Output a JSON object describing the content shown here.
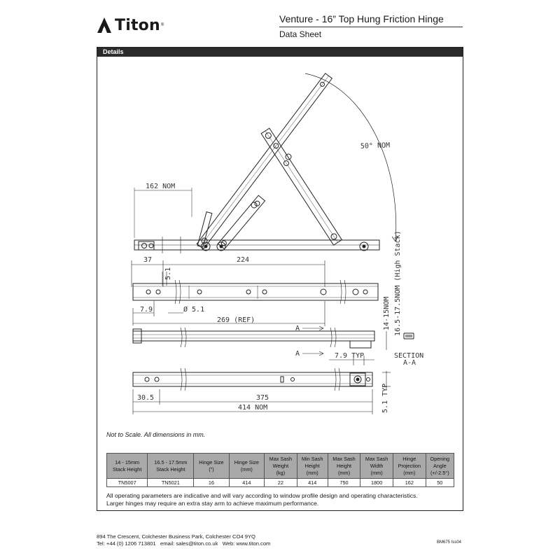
{
  "brand": {
    "name": "Titon",
    "reg": "®"
  },
  "header": {
    "title": "Venture - 16” Top Hung Friction Hinge",
    "subtitle": "Data Sheet"
  },
  "section": {
    "title": "Details"
  },
  "drawing": {
    "dims": {
      "angle": "50° NOM",
      "d162": "162 NOM",
      "d37": "37",
      "d224": "224",
      "d51a": "5.1",
      "d79a": "7.9",
      "dia51": "Ø 5.1",
      "d269": "269 (REF)",
      "secA1": "A",
      "secA2": "A",
      "d1415": "14-15NOM",
      "d165": "16.5-17.5NOM (High Stack)",
      "section": "SECTION",
      "sectionAA": "A-A",
      "d79typ": "7.9 TYP",
      "d305": "30.5",
      "d375": "375",
      "d414": "414 NOM",
      "d51typ": "5.1 TYP"
    }
  },
  "scale_note": "Not to Scale. All dimensions in mm.",
  "spec_table": {
    "headers": [
      [
        "14 - 15mm",
        "Stack Height"
      ],
      [
        "16.5 - 17.5mm",
        "Stack Height"
      ],
      [
        "Hinge Size",
        "(\")"
      ],
      [
        "Hinge Size",
        "(mm)"
      ],
      [
        "Max Sash",
        "Weight",
        "(kg)"
      ],
      [
        "Min Sash",
        "Height",
        "(mm)"
      ],
      [
        "Max Sash",
        "Height",
        "(mm)"
      ],
      [
        "Max Sash",
        "Width",
        "(mm)"
      ],
      [
        "Hinge",
        "Projection",
        "(mm)"
      ],
      [
        "Opening",
        "Angle",
        "(+/-2.5°)"
      ]
    ],
    "row": [
      "TN5007",
      "TN5021",
      "16",
      "414",
      "22",
      "414",
      "750",
      "1800",
      "162",
      "50"
    ]
  },
  "notes": [
    "All operating parameters are indicative and will vary according to window profile design and operating characteristics.",
    "Larger hinges may require an extra stay arm to achieve maximum performance."
  ],
  "footer": {
    "address": "894 The Crescent, Colchester Business Park, Colchester CO4 9YQ",
    "contact": "Tel: +44 (0) 1206 713801   email: sales@titon.co.uk   Web: www.titon.com",
    "ref": "BM675 Iss04"
  }
}
